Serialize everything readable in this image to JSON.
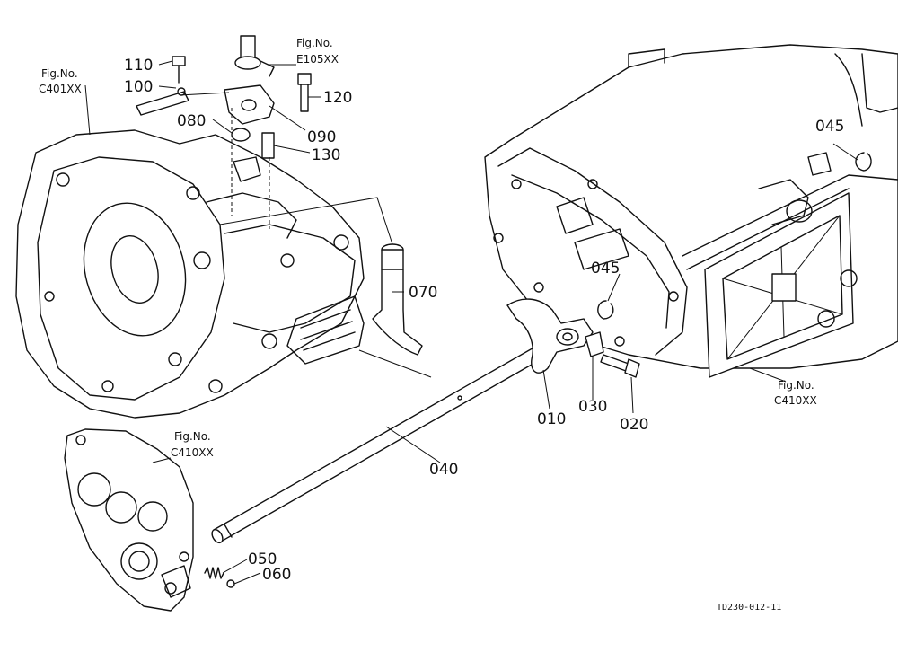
{
  "parts": {
    "p110": "110",
    "p100": "100",
    "p120": "120",
    "p080": "080",
    "p090": "090",
    "p130": "130",
    "p070": "070",
    "p045a": "045",
    "p045b": "045",
    "p010": "010",
    "p030": "030",
    "p020": "020",
    "p040": "040",
    "p050": "050",
    "p060": "060"
  },
  "references": {
    "fig_label": "Fig.No.",
    "c401": "C401XX",
    "e105": "E105XX",
    "c410_right": "C410XX",
    "c410_left": "C410XX"
  },
  "drawing_code": "TD230-012-11"
}
